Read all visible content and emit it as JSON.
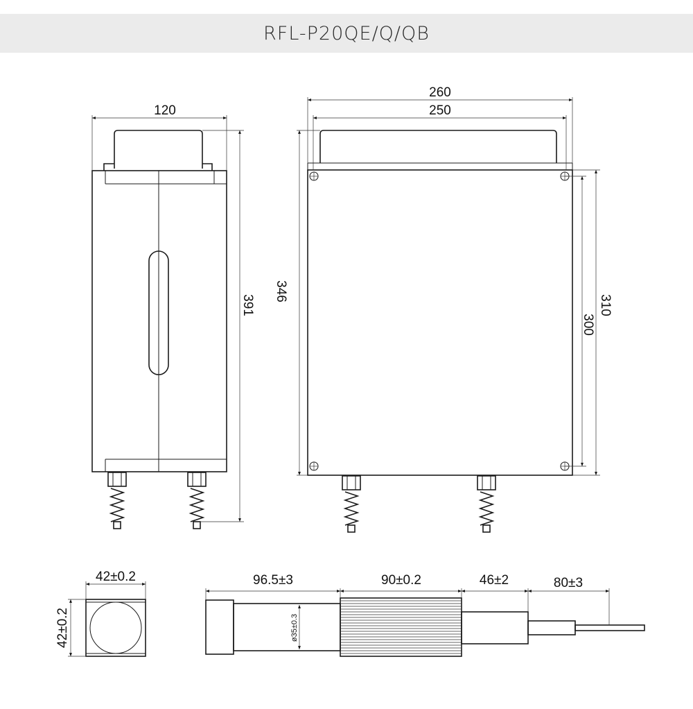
{
  "title": "RFL-P20QE/Q/QB",
  "side_view": {
    "width_label": "120",
    "height_label": "391"
  },
  "front_view": {
    "outer_width_label": "260",
    "inner_width_label": "250",
    "left_height_label": "346",
    "outer_height_label": "310",
    "inner_height_label": "300"
  },
  "qbh_end_view": {
    "width_label": "42±0.2",
    "height_label": "42±0.2"
  },
  "qbh_side_view": {
    "seg1_label": "96.5±3",
    "seg2_label": "90±0.2",
    "seg3_label": "46±2",
    "seg4_label": "80±3",
    "diameter_label": "ø35±0.3"
  }
}
